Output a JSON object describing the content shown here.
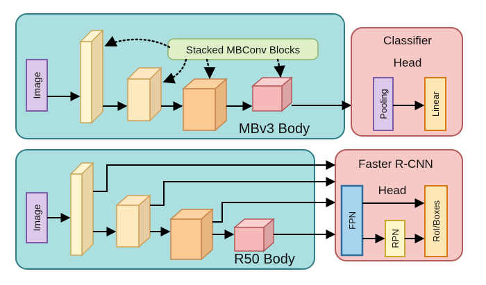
{
  "top": {
    "input_label": "Image",
    "annotation": "Stacked MBConv Blocks",
    "body_label": "MBv3 Body",
    "head_title_line1": "Classifier",
    "head_title_line2": "Head",
    "pooling_label": "Pooling",
    "linear_label": "Linear"
  },
  "bottom": {
    "input_label": "Image",
    "body_label": "R50 Body",
    "head_title": "Faster R-CNN",
    "head_subtitle": "Head",
    "fpn_label": "FPN",
    "rpn_label": "RPN",
    "roi_label": "RoI/Boxes"
  },
  "colors": {
    "body_fill": "#abdfe0",
    "body_stroke": "#2e7d86",
    "head_fill": "#f7c9c6",
    "head_stroke": "#b45a5a",
    "image_fill": "#dcc9ea",
    "image_stroke": "#7d5ba6",
    "annotation_fill": "#dff0c8",
    "annotation_stroke": "#8cb26a",
    "linear_fill": "#fde7b4",
    "linear_stroke": "#d9790f",
    "fpn_fill": "#a8d4ee",
    "fpn_stroke": "#2b6d9c",
    "rpn_fill": "#fff6c9",
    "rpn_stroke": "#c9a62c"
  }
}
